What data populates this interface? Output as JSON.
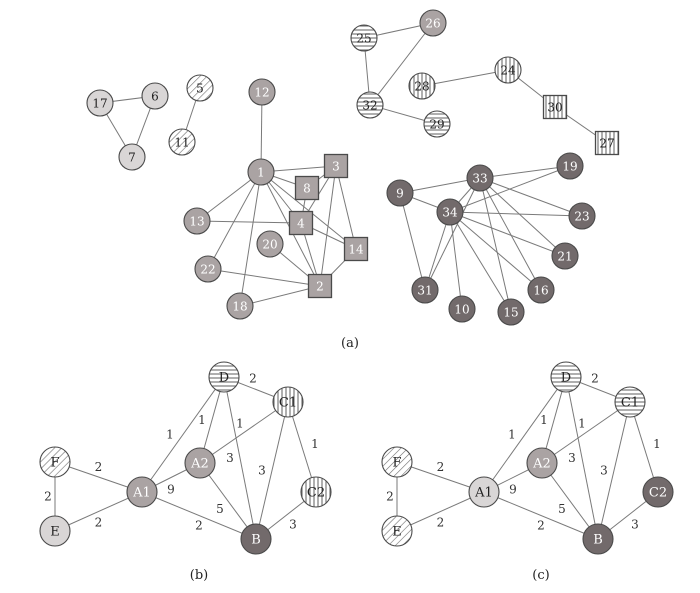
{
  "panels": [
    {
      "id": "a",
      "caption": "(a)",
      "nodes": [
        {
          "id": "17",
          "label": "17",
          "shape": "circle",
          "fill": "light"
        },
        {
          "id": "6",
          "label": "6",
          "shape": "circle",
          "fill": "light"
        },
        {
          "id": "7",
          "label": "7",
          "shape": "circle",
          "fill": "light"
        },
        {
          "id": "5",
          "label": "5",
          "shape": "circle",
          "fill": "diag"
        },
        {
          "id": "11",
          "label": "11",
          "shape": "circle",
          "fill": "diag"
        },
        {
          "id": "12",
          "label": "12",
          "shape": "circle",
          "fill": "mid"
        },
        {
          "id": "1",
          "label": "1",
          "shape": "circle",
          "fill": "mid"
        },
        {
          "id": "13",
          "label": "13",
          "shape": "circle",
          "fill": "mid"
        },
        {
          "id": "20",
          "label": "20",
          "shape": "circle",
          "fill": "mid"
        },
        {
          "id": "22",
          "label": "22",
          "shape": "circle",
          "fill": "mid"
        },
        {
          "id": "18",
          "label": "18",
          "shape": "circle",
          "fill": "mid"
        },
        {
          "id": "3",
          "label": "3",
          "shape": "square",
          "fill": "mid"
        },
        {
          "id": "8",
          "label": "8",
          "shape": "square",
          "fill": "mid"
        },
        {
          "id": "4",
          "label": "4",
          "shape": "square",
          "fill": "mid"
        },
        {
          "id": "14",
          "label": "14",
          "shape": "square",
          "fill": "mid"
        },
        {
          "id": "2",
          "label": "2",
          "shape": "square",
          "fill": "mid"
        },
        {
          "id": "25",
          "label": "25",
          "shape": "circle",
          "fill": "hstripe"
        },
        {
          "id": "26",
          "label": "26",
          "shape": "circle",
          "fill": "mid"
        },
        {
          "id": "32",
          "label": "32",
          "shape": "circle",
          "fill": "hstripe"
        },
        {
          "id": "28",
          "label": "28",
          "shape": "circle",
          "fill": "vstripe"
        },
        {
          "id": "24",
          "label": "24",
          "shape": "circle",
          "fill": "vstripe"
        },
        {
          "id": "29",
          "label": "29",
          "shape": "circle",
          "fill": "hstripe"
        },
        {
          "id": "30",
          "label": "30",
          "shape": "square",
          "fill": "vstripe"
        },
        {
          "id": "27",
          "label": "27",
          "shape": "square",
          "fill": "vstripe"
        },
        {
          "id": "9",
          "label": "9",
          "shape": "circle",
          "fill": "dark"
        },
        {
          "id": "33",
          "label": "33",
          "shape": "circle",
          "fill": "dark"
        },
        {
          "id": "34",
          "label": "34",
          "shape": "circle",
          "fill": "dark"
        },
        {
          "id": "19",
          "label": "19",
          "shape": "circle",
          "fill": "dark"
        },
        {
          "id": "23",
          "label": "23",
          "shape": "circle",
          "fill": "dark"
        },
        {
          "id": "21",
          "label": "21",
          "shape": "circle",
          "fill": "dark"
        },
        {
          "id": "16",
          "label": "16",
          "shape": "circle",
          "fill": "dark"
        },
        {
          "id": "15",
          "label": "15",
          "shape": "circle",
          "fill": "dark"
        },
        {
          "id": "10",
          "label": "10",
          "shape": "circle",
          "fill": "dark"
        },
        {
          "id": "31",
          "label": "31",
          "shape": "circle",
          "fill": "dark"
        }
      ],
      "edges": [
        [
          "17",
          "6"
        ],
        [
          "17",
          "7"
        ],
        [
          "6",
          "7"
        ],
        [
          "5",
          "11"
        ],
        [
          "12",
          "1"
        ],
        [
          "1",
          "3"
        ],
        [
          "1",
          "8"
        ],
        [
          "1",
          "4"
        ],
        [
          "1",
          "13"
        ],
        [
          "1",
          "22"
        ],
        [
          "1",
          "18"
        ],
        [
          "1",
          "2"
        ],
        [
          "1",
          "14"
        ],
        [
          "3",
          "8"
        ],
        [
          "3",
          "4"
        ],
        [
          "3",
          "2"
        ],
        [
          "3",
          "14"
        ],
        [
          "8",
          "4"
        ],
        [
          "4",
          "2"
        ],
        [
          "4",
          "14"
        ],
        [
          "13",
          "4"
        ],
        [
          "20",
          "2"
        ],
        [
          "22",
          "2"
        ],
        [
          "18",
          "2"
        ],
        [
          "14",
          "2"
        ],
        [
          "25",
          "26"
        ],
        [
          "25",
          "32"
        ],
        [
          "26",
          "32"
        ],
        [
          "32",
          "29"
        ],
        [
          "28",
          "24"
        ],
        [
          "24",
          "30"
        ],
        [
          "30",
          "27"
        ],
        [
          "9",
          "33"
        ],
        [
          "9",
          "34"
        ],
        [
          "9",
          "31"
        ],
        [
          "33",
          "34"
        ],
        [
          "33",
          "19"
        ],
        [
          "33",
          "23"
        ],
        [
          "33",
          "21"
        ],
        [
          "33",
          "16"
        ],
        [
          "33",
          "15"
        ],
        [
          "33",
          "31"
        ],
        [
          "34",
          "19"
        ],
        [
          "34",
          "23"
        ],
        [
          "34",
          "21"
        ],
        [
          "34",
          "16"
        ],
        [
          "34",
          "15"
        ],
        [
          "34",
          "10"
        ],
        [
          "34",
          "31"
        ]
      ]
    },
    {
      "id": "b",
      "caption": "(b)",
      "nodes": [
        {
          "id": "F",
          "label": "F",
          "shape": "circle",
          "fill": "diag"
        },
        {
          "id": "E",
          "label": "E",
          "shape": "circle",
          "fill": "light"
        },
        {
          "id": "A1",
          "label": "A1",
          "shape": "circle",
          "fill": "mid"
        },
        {
          "id": "A2",
          "label": "A2",
          "shape": "circle",
          "fill": "mid"
        },
        {
          "id": "D",
          "label": "D",
          "shape": "circle",
          "fill": "hstripe"
        },
        {
          "id": "C1",
          "label": "C1",
          "shape": "circle",
          "fill": "vstripe"
        },
        {
          "id": "C2",
          "label": "C2",
          "shape": "circle",
          "fill": "vstripe"
        },
        {
          "id": "B",
          "label": "B",
          "shape": "circle",
          "fill": "dark"
        }
      ],
      "edges": [
        {
          "s": "F",
          "t": "E",
          "w": "2"
        },
        {
          "s": "F",
          "t": "A1",
          "w": "2"
        },
        {
          "s": "E",
          "t": "A1",
          "w": "2"
        },
        {
          "s": "A1",
          "t": "A2",
          "w": "9"
        },
        {
          "s": "A1",
          "t": "D",
          "w": "1"
        },
        {
          "s": "A1",
          "t": "B",
          "w": "2"
        },
        {
          "s": "A2",
          "t": "D",
          "w": "1"
        },
        {
          "s": "A2",
          "t": "C1",
          "w": "1"
        },
        {
          "s": "A2",
          "t": "B",
          "w": "5"
        },
        {
          "s": "D",
          "t": "C1",
          "w": "2"
        },
        {
          "s": "D",
          "t": "B",
          "w": "3"
        },
        {
          "s": "C1",
          "t": "B",
          "w": "3"
        },
        {
          "s": "C1",
          "t": "C2",
          "w": "1"
        },
        {
          "s": "C2",
          "t": "B",
          "w": "3"
        }
      ]
    },
    {
      "id": "c",
      "caption": "(c)",
      "nodes": [
        {
          "id": "F",
          "label": "F",
          "shape": "circle",
          "fill": "diag"
        },
        {
          "id": "E",
          "label": "E",
          "shape": "circle",
          "fill": "diag"
        },
        {
          "id": "A1",
          "label": "A1",
          "shape": "circle",
          "fill": "light"
        },
        {
          "id": "A2",
          "label": "A2",
          "shape": "circle",
          "fill": "mid"
        },
        {
          "id": "D",
          "label": "D",
          "shape": "circle",
          "fill": "hstripe"
        },
        {
          "id": "C1",
          "label": "C1",
          "shape": "circle",
          "fill": "hstripe"
        },
        {
          "id": "C2",
          "label": "C2",
          "shape": "circle",
          "fill": "dark"
        },
        {
          "id": "B",
          "label": "B",
          "shape": "circle",
          "fill": "dark"
        }
      ],
      "edges": [
        {
          "s": "F",
          "t": "E",
          "w": "2"
        },
        {
          "s": "F",
          "t": "A1",
          "w": "2"
        },
        {
          "s": "E",
          "t": "A1",
          "w": "2"
        },
        {
          "s": "A1",
          "t": "A2",
          "w": "9"
        },
        {
          "s": "A1",
          "t": "D",
          "w": "1"
        },
        {
          "s": "A1",
          "t": "B",
          "w": "2"
        },
        {
          "s": "A2",
          "t": "D",
          "w": "1"
        },
        {
          "s": "A2",
          "t": "C1",
          "w": "1"
        },
        {
          "s": "A2",
          "t": "B",
          "w": "5"
        },
        {
          "s": "D",
          "t": "C1",
          "w": "2"
        },
        {
          "s": "D",
          "t": "B",
          "w": "3"
        },
        {
          "s": "C1",
          "t": "B",
          "w": "3"
        },
        {
          "s": "C1",
          "t": "C2",
          "w": "1"
        },
        {
          "s": "C2",
          "t": "B",
          "w": "3"
        }
      ]
    }
  ],
  "colors": {
    "light": "#d9d6d6",
    "mid": "#aaa3a3",
    "dark": "#726a6b",
    "stroke": "#4a4a4a",
    "edge": "#7a7a7a",
    "pattern": "#6e6e6e"
  }
}
